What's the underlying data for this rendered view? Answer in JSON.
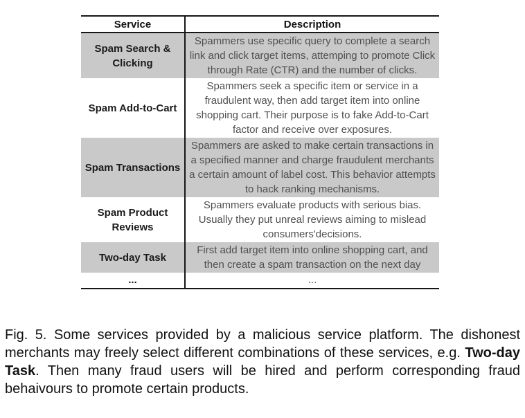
{
  "table": {
    "headers": [
      "Service",
      "Description"
    ],
    "rows": [
      {
        "service": "Spam Search & Clicking",
        "description": "Spammers use specific query to complete a search link and click target items, attemping to promote Click through Rate (CTR) and the number of clicks."
      },
      {
        "service": "Spam Add-to-Cart",
        "description": "Spammers seek a specific item or service in a fraudulent way, then add target item into online shopping cart. Their purpose is to fake Add-to-Cart factor and receive over exposures."
      },
      {
        "service": "Spam Transactions",
        "description": "Spammers are asked to make certain transactions in a specified manner and charge fraudulent merchants a certain amount of label cost. This behavior attempts to hack ranking mechanisms."
      },
      {
        "service": "Spam Product Reviews",
        "description": "Spammers evaluate products with serious bias. Usually they put unreal reviews aiming to mislead consumers'decisions."
      },
      {
        "service": "Two-day Task",
        "description": "First add target item into online shopping cart, and then create a spam transaction on the next day"
      },
      {
        "service": "...",
        "description": "..."
      }
    ]
  },
  "caption": {
    "text_before": "Fig. 5. Some services provided by a malicious service platform. The dishonest merchants may freely select different combinations of these services, e.g. ",
    "bold_term": "Two-day Task",
    "text_after": ". Then many fraud users will be hired and perform corresponding fraud behaivours to promote certain products."
  },
  "colors": {
    "shaded_row_background": "#c9c9c9",
    "table_rule": "#161616",
    "description_text": "#4f4f4f",
    "service_text": "#1b1b1b",
    "caption_text": "#121212",
    "page_background": "#ffffff"
  }
}
